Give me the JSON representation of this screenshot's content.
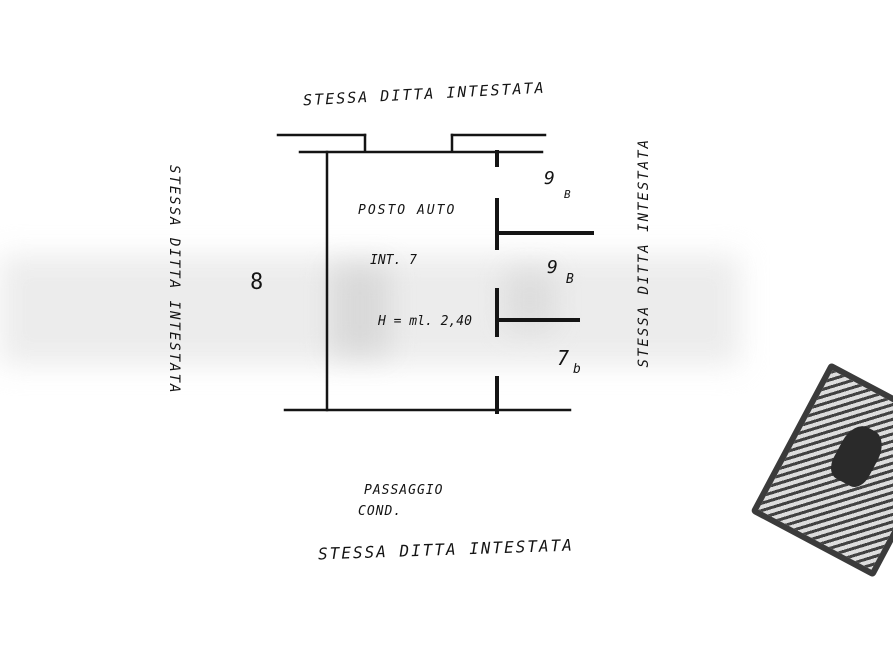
{
  "labels": {
    "top": "STESSA DITTA INTESTATA",
    "bottom": "STESSA DITTA INTESTATA",
    "left": "STESSA DITTA INTESTATA",
    "right": "STESSA DITTA INTESTATA",
    "room_name": "POSTO AUTO",
    "room_int": "INT. 7",
    "room_height": "H = ml. 2,40",
    "passage_line1": "PASSAGGIO",
    "passage_line2": "COND.",
    "neighbor_top": "9",
    "neighbor_top_sub": "B",
    "neighbor_mid": "9",
    "neighbor_mid_sub": "B",
    "neighbor_bottom": "7",
    "neighbor_bottom_sub": "b",
    "left_number": "8"
  },
  "colors": {
    "ink": "#141414",
    "paper": "#ffffff"
  },
  "icons": {
    "stamp": "revenue-stamp-icon"
  }
}
